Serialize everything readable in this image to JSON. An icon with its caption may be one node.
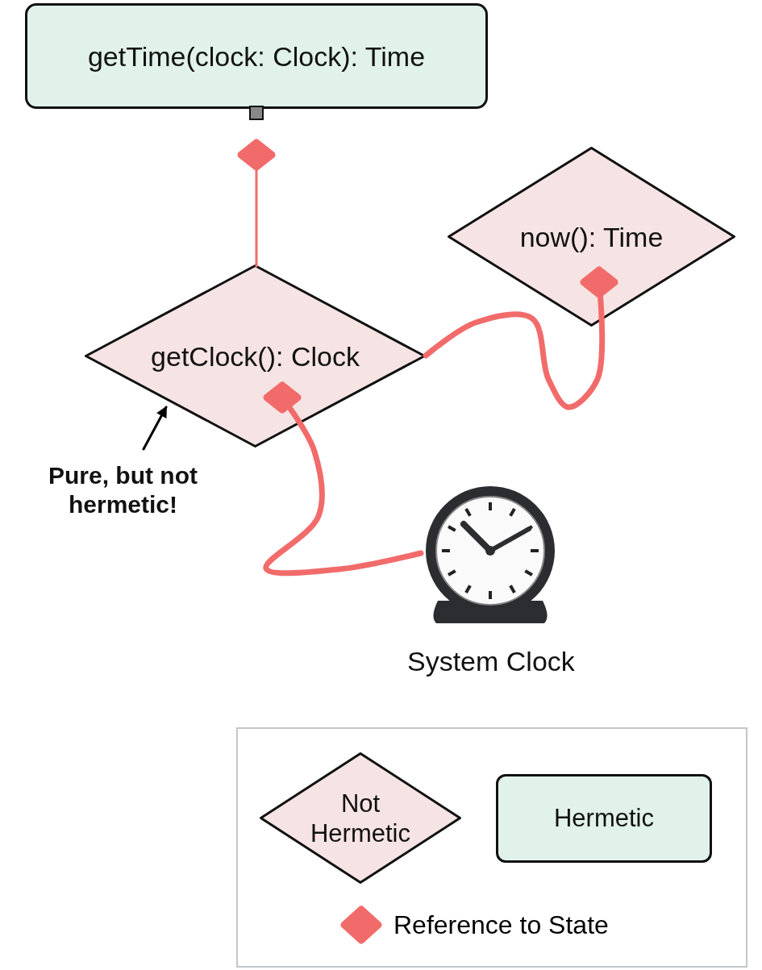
{
  "diagram": {
    "nodes": [
      {
        "text": [
          "getTime(clock: Clock): Time"
        ]
      },
      {
        "text": [
          "now(): Time"
        ]
      },
      {
        "text": [
          "getClock(): Clock"
        ]
      },
      {
        "text": [
          "Pure, but not hermetic!"
        ]
      },
      {
        "text": [],
        "shape": "picture",
        "beside": [
          "System Clock"
        ]
      }
    ],
    "edges": [
      {
        "from": 0,
        "to": 2,
        "arrow": "other"
      },
      {
        "from": 1,
        "to": 2,
        "arrow": "other",
        "style": "thick"
      },
      {
        "from": 2,
        "to": 4,
        "arrow": "other",
        "style": "thick"
      },
      {
        "from": 3,
        "to": 2,
        "arrow": "to",
        "color": "#000000"
      }
    ],
    "legend": [
      {
        "text": "Not Hermetic"
      },
      {
        "text": "Hermetic"
      },
      {
        "text": "Reference to State"
      }
    ]
  }
}
